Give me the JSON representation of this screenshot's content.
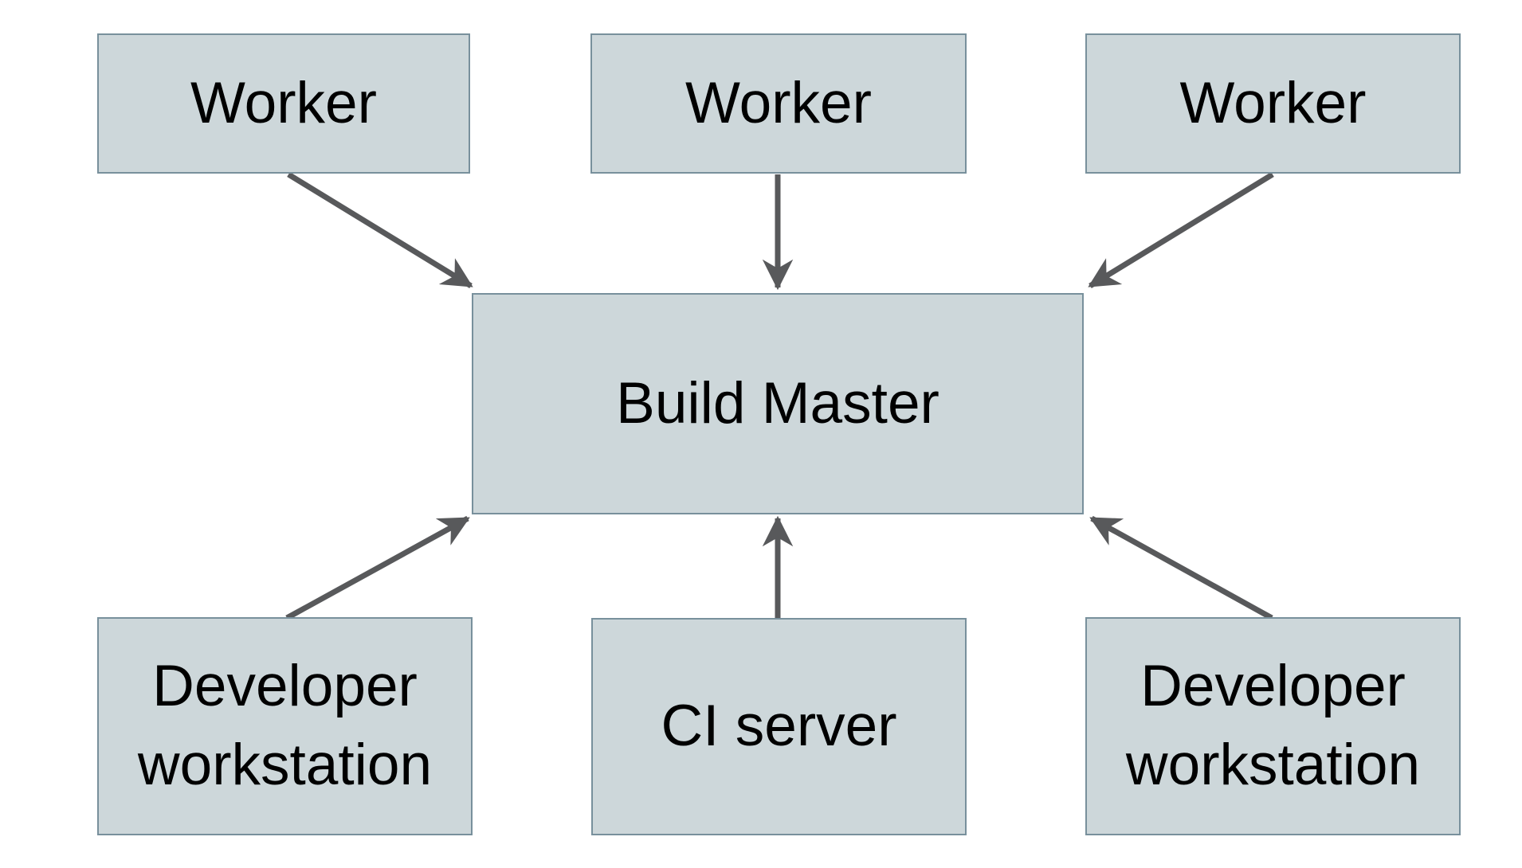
{
  "diagram": {
    "type": "architecture-diagram",
    "description": "Build Master hub with workers, developer workstations and CI server spokes",
    "nodes": {
      "worker_1": {
        "label": "Worker"
      },
      "worker_2": {
        "label": "Worker"
      },
      "worker_3": {
        "label": "Worker"
      },
      "build_master": {
        "label": "Build Master"
      },
      "dev_workstation_left": {
        "label": "Developer workstation"
      },
      "ci_server": {
        "label": "CI server"
      },
      "dev_workstation_right": {
        "label": "Developer workstation"
      }
    },
    "edges": [
      {
        "from": "worker_1",
        "to": "build_master",
        "direction": "down-right"
      },
      {
        "from": "worker_2",
        "to": "build_master",
        "direction": "down"
      },
      {
        "from": "worker_3",
        "to": "build_master",
        "direction": "down-left"
      },
      {
        "from": "dev_workstation_left",
        "to": "build_master",
        "direction": "up-right"
      },
      {
        "from": "ci_server",
        "to": "build_master",
        "direction": "up"
      },
      {
        "from": "dev_workstation_right",
        "to": "build_master",
        "direction": "up-left"
      }
    ],
    "colors": {
      "background": "#ffffff",
      "node_fill": "#cdd7da",
      "node_border": "#78909c",
      "arrow": "#58595b",
      "label_text": "#000000"
    }
  }
}
